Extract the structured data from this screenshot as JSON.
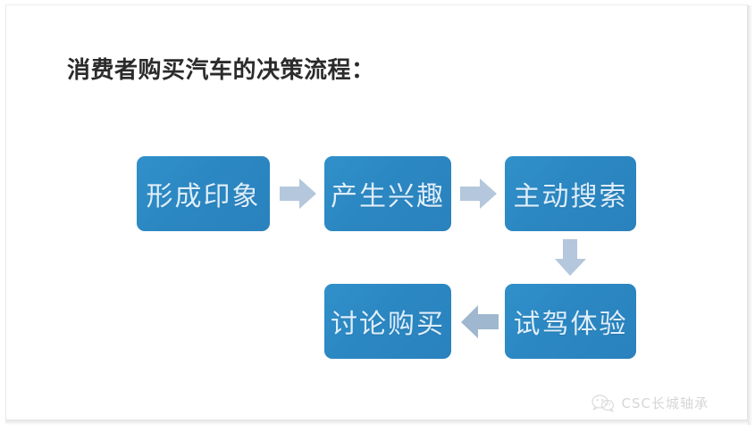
{
  "slide": {
    "title": "消费者购买汽车的决策流程：",
    "background_color": "#ffffff",
    "node_color": "#2b87c2",
    "node_text_color": "#ddeefc",
    "arrow_color": "#b1c6da"
  },
  "flow": {
    "nodes": [
      {
        "id": "node-1",
        "label": "形成印象",
        "row": "top",
        "order": 1
      },
      {
        "id": "node-2",
        "label": "产生兴趣",
        "row": "top",
        "order": 2
      },
      {
        "id": "node-3",
        "label": "主动搜索",
        "row": "top",
        "order": 3
      },
      {
        "id": "node-4",
        "label": "试驾体验",
        "row": "bottom",
        "order": 4
      },
      {
        "id": "node-5",
        "label": "讨论购买",
        "row": "bottom",
        "order": 5
      }
    ],
    "arrows": [
      {
        "id": "arrow-1",
        "direction": "right",
        "from": "形成印象",
        "to": "产生兴趣"
      },
      {
        "id": "arrow-2",
        "direction": "right",
        "from": "产生兴趣",
        "to": "主动搜索"
      },
      {
        "id": "arrow-3",
        "direction": "down",
        "from": "主动搜索",
        "to": "试驾体验"
      },
      {
        "id": "arrow-4",
        "direction": "left",
        "from": "试驾体验",
        "to": "讨论购买"
      }
    ]
  },
  "watermark": {
    "text": "CSC长城轴承",
    "icon": "wechat-logo-icon",
    "color": "#bdbdbd"
  }
}
